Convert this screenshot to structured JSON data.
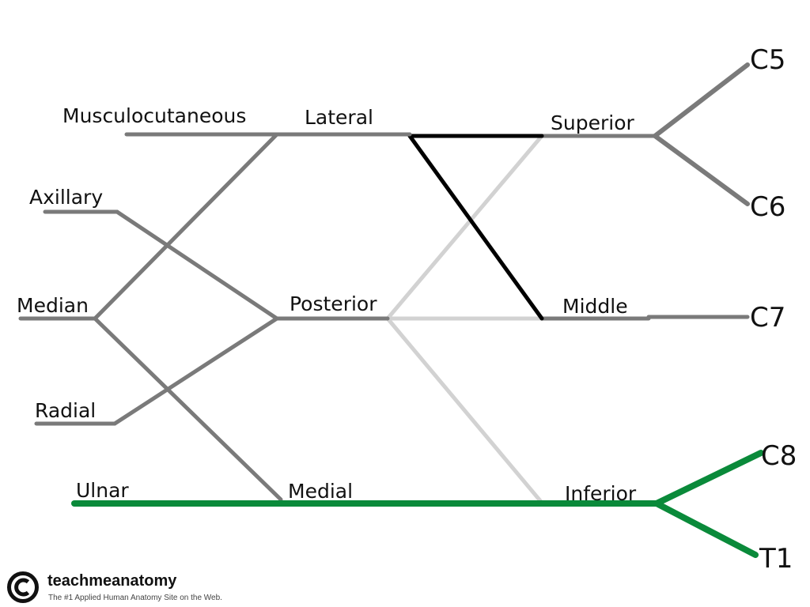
{
  "diagram": {
    "roots": {
      "c5": "C5",
      "c6": "C6",
      "c7": "C7",
      "c8": "C8",
      "t1": "T1"
    },
    "trunks": {
      "superior": "Superior",
      "middle": "Middle",
      "inferior": "Inferior"
    },
    "cords": {
      "lateral": "Lateral",
      "posterior": "Posterior",
      "medial": "Medial"
    },
    "nerves": {
      "musculocutaneous": "Musculocutaneous",
      "axillary": "Axillary",
      "median": "Median",
      "radial": "Radial",
      "ulnar": "Ulnar"
    },
    "colors": {
      "gray": "#7a7a7a",
      "light_gray": "#d2d2d2",
      "black": "#000000",
      "green": "#0a8a3a"
    }
  },
  "branding": {
    "logo_icon": "copyright-icon",
    "name": "teachmeanatomy",
    "tagline": "The #1 Applied Human Anatomy Site on the Web."
  }
}
